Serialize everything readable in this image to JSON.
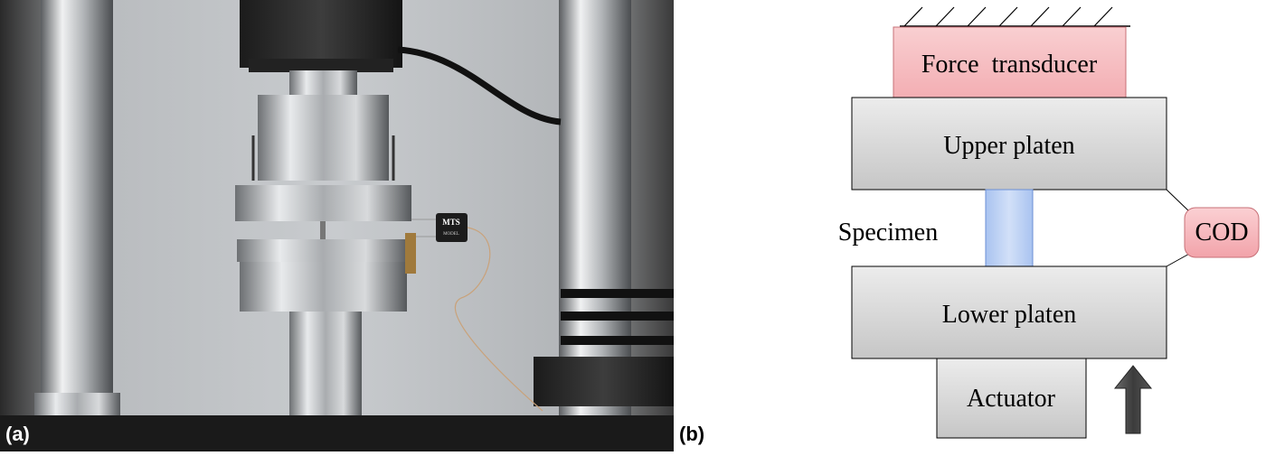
{
  "panel_a": {
    "label": "(a)",
    "extensometer_brand": "MTS",
    "extensometer_model": "MODEL"
  },
  "panel_b": {
    "label": "(b)",
    "force_transducer": "Force  transducer",
    "upper_platen": "Upper platen",
    "specimen": "Specimen",
    "cod": "COD",
    "lower_platen": "Lower platen",
    "actuator": "Actuator"
  },
  "colors": {
    "transducer_fill": "#f7c2c4",
    "transducer_stroke": "#d06a70",
    "platen_fill": "#d9d9d9",
    "specimen_fill": "#b7cdf2",
    "specimen_stroke": "#6b8fd6",
    "cod_fill": "#f6b6bb",
    "arrow_fill": "#4a4a4a"
  }
}
